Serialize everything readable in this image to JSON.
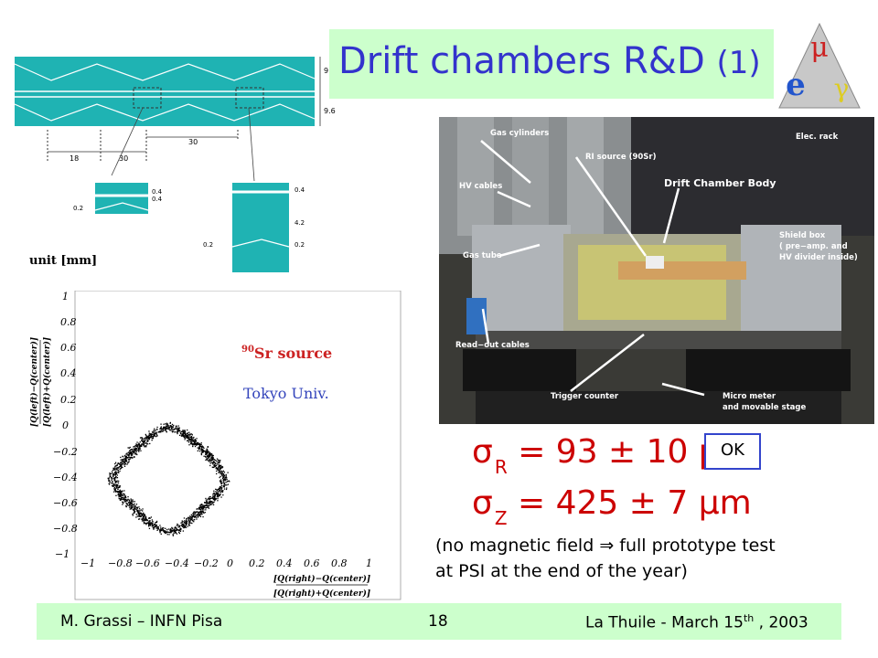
{
  "title": {
    "main": "Drift chambers R&D",
    "num": "(1)"
  },
  "logo": {
    "letters": [
      "μ",
      "e",
      "γ"
    ]
  },
  "mechanical_drawing": {
    "dims": [
      "9",
      "9.6",
      "18",
      "30",
      "30",
      "0.4",
      "0.4",
      "0.2",
      "0.4",
      "4.2",
      "0.2",
      "0.2"
    ],
    "unit_label": "unit [mm]"
  },
  "scatter_plot": {
    "y_ticks": [
      "1",
      "0.8",
      "0.6",
      "0.4",
      "0.2",
      "0",
      "−0.2",
      "−0.4",
      "−0.6",
      "−0.8",
      "−1"
    ],
    "x_ticks": [
      "−1",
      "−0.8",
      "−0.6",
      "−0.4",
      "−0.2",
      "0",
      "0.2",
      "0.4",
      "0.6",
      "0.8",
      "1"
    ],
    "y_label_num": "[Q(left)−Q(center)]",
    "y_label_den": "[Q(left)+Q(center)]",
    "x_label_num": "[Q(right)−Q(center)]",
    "x_label_den": "[Q(right)+Q(center)]",
    "source_sup": "90",
    "source_text": "Sr source",
    "institution": "Tokyo Univ.",
    "colors": {
      "source": "#cc2222",
      "institution": "#3344bb"
    }
  },
  "photo": {
    "labels": [
      "Gas cylinders",
      "Elec. rack",
      "RI source  (90Sr)",
      "HV cables",
      "Drift Chamber Body",
      "Shield box",
      "( pre−amp. and",
      "HV divider inside)",
      "Gas tube",
      "Read−out cables",
      "Trigger counter",
      "Micro meter",
      "and movable stage"
    ]
  },
  "equations": {
    "r": {
      "sigma": "σ",
      "sub": "R",
      "rhs": "= 93 ± 10 μm"
    },
    "z": {
      "sigma": "σ",
      "sub": "Z",
      "rhs": "= 425 ± 7 μm"
    },
    "ok": "OK"
  },
  "note": {
    "line1": "(no magnetic field ⇒ full prototype test",
    "line2": "at PSI at the end of the year)"
  },
  "footer": {
    "left": "M. Grassi – INFN Pisa",
    "center": "18",
    "right_pre": "La Thuile -  March 15",
    "right_sup": "th",
    "right_post": " , 2003"
  }
}
